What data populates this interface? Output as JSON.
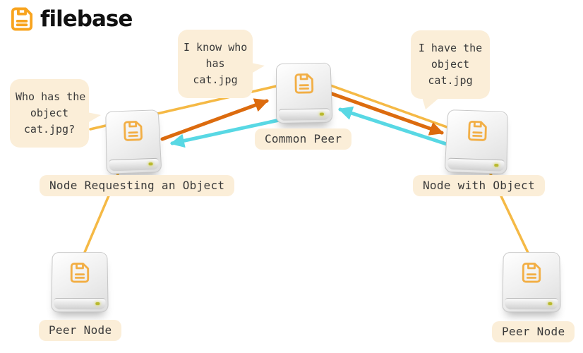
{
  "brand": {
    "name": "filebase"
  },
  "colors": {
    "bubble_bg": "#FBEED8",
    "link_yellow": "#F5B945",
    "request_orange": "#DC6B0E",
    "response_cyan": "#58D8E4",
    "drive_orange": "#F2AE44",
    "logo_orange": "#F8A41F",
    "text_dark": "#3A3A3A",
    "logo_text": "#111111"
  },
  "bubbles": {
    "know": {
      "lines": [
        "I know who",
        "has",
        "cat.jpg"
      ]
    },
    "have": {
      "lines": [
        "I have the",
        "object",
        "cat.jpg"
      ]
    },
    "who": {
      "lines": [
        "Who has the",
        "object",
        "cat.jpg?"
      ]
    }
  },
  "nodes": {
    "common_peer": {
      "label": "Common Peer"
    },
    "requesting": {
      "label": "Node Requesting an Object"
    },
    "with_object": {
      "label": "Node with Object"
    },
    "peer_left": {
      "label": "Peer Node"
    },
    "peer_right": {
      "label": "Peer Node"
    }
  },
  "connections": [
    {
      "from": "requesting",
      "to": "common_peer",
      "type": "request",
      "color_role": "request_orange"
    },
    {
      "from": "common_peer",
      "to": "with_object",
      "type": "request",
      "color_role": "request_orange"
    },
    {
      "from": "with_object",
      "to": "common_peer",
      "type": "response",
      "color_role": "response_cyan"
    },
    {
      "from": "common_peer",
      "to": "requesting",
      "type": "response",
      "color_role": "response_cyan"
    },
    {
      "from": "requesting",
      "to": "common_peer",
      "type": "link",
      "color_role": "link_yellow"
    },
    {
      "from": "common_peer",
      "to": "with_object",
      "type": "link",
      "color_role": "link_yellow"
    },
    {
      "from": "requesting",
      "to": "peer_left",
      "type": "link",
      "color_role": "link_yellow"
    },
    {
      "from": "with_object",
      "to": "peer_right",
      "type": "link",
      "color_role": "link_yellow"
    }
  ]
}
